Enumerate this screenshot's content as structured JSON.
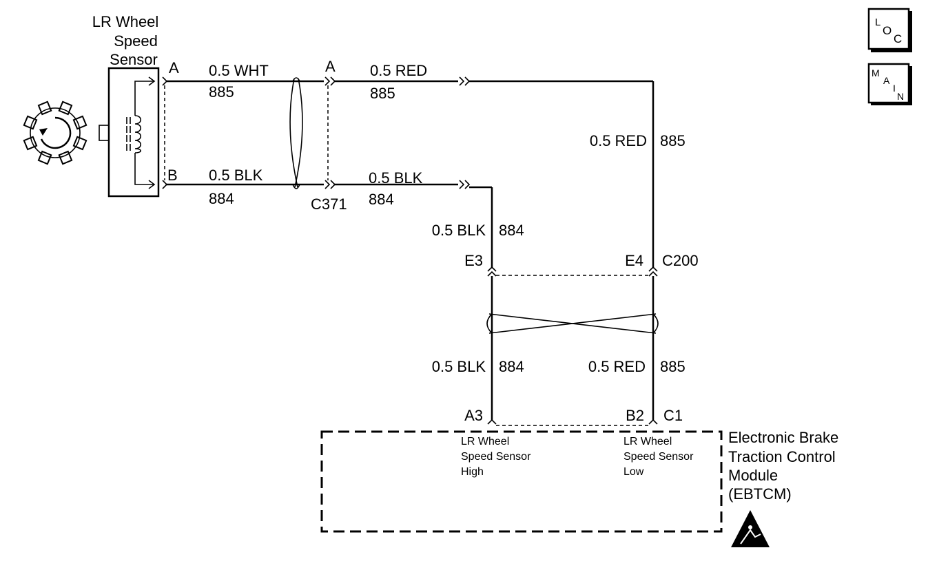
{
  "sensor": {
    "title_line1": "LR Wheel",
    "title_line2": "Speed",
    "title_line3": "Sensor",
    "pin_a": "A",
    "pin_b": "B"
  },
  "wires": {
    "top_left_color": "0.5 WHT",
    "top_left_circuit": "885",
    "bottom_left_color": "0.5 BLK",
    "bottom_left_circuit": "884",
    "top_right_color": "0.5 RED",
    "top_right_circuit": "885",
    "bottom_right_color": "0.5 BLK",
    "bottom_right_circuit": "884",
    "red_vertical_color": "0.5 RED",
    "red_vertical_circuit": "885",
    "blk_vertical_color": "0.5 BLK",
    "blk_vertical_circuit": "884",
    "blk_lower_color": "0.5 BLK",
    "blk_lower_circuit": "884",
    "red_lower_color": "0.5 RED",
    "red_lower_circuit": "885"
  },
  "connectors": {
    "c371_pin_a": "A",
    "c371_name": "C371",
    "c200_pin_e3": "E3",
    "c200_pin_e4": "E4",
    "c200_name": "C200",
    "c1_pin_a3": "A3",
    "c1_pin_b2": "B2",
    "c1_name": "C1"
  },
  "module": {
    "name_line1": "Electronic Brake",
    "name_line2": "Traction Control",
    "name_line3": "Module",
    "name_line4": "(EBTCM)",
    "high_line1": "LR Wheel",
    "high_line2": "Speed Sensor",
    "high_line3": "High",
    "low_line1": "LR Wheel",
    "low_line2": "Speed Sensor",
    "low_line3": "Low"
  },
  "buttons": {
    "loc": {
      "l1": "L",
      "l2": "O",
      "l3": "C"
    },
    "main": {
      "l1": "M",
      "l2": "A",
      "l3": "I",
      "l4": "N"
    }
  }
}
